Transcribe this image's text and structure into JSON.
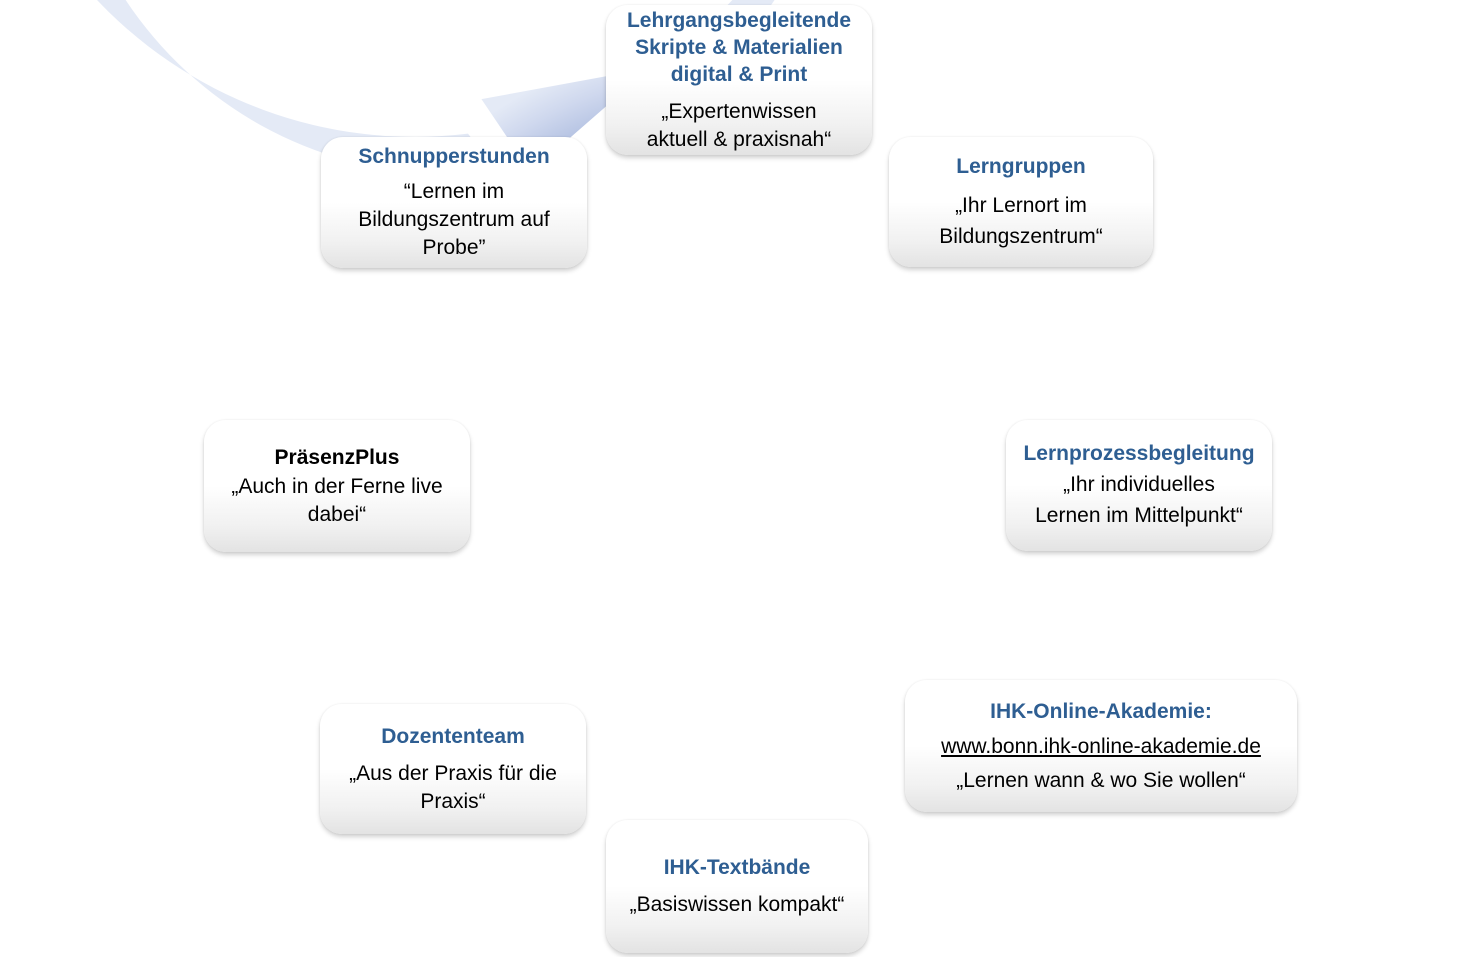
{
  "colors": {
    "title_blue": "#2E5E92",
    "arrow_fill": "#C9D3EA",
    "box_bg": "#FFFFFF",
    "text": "#000000"
  },
  "nodes": {
    "materialien": {
      "title": "Lehrgangsbegleitende\nSkripte & Materialien\ndigital & Print",
      "quote": "„Expertenwissen\naktuell & praxisnah“"
    },
    "lerngruppen": {
      "title": "Lerngruppen",
      "quote": "„Ihr Lernort im\nBildungszentrum“"
    },
    "lernprozess": {
      "title": "Lernprozessbegleitung",
      "quote": "„Ihr individuelles\nLernen im Mittelpunkt“"
    },
    "online": {
      "title": "IHK-Online-Akademie:",
      "link": "www.bonn.ihk-online-akademie.de",
      "quote": "„Lernen wann & wo Sie wollen“"
    },
    "textbaende": {
      "title": "IHK-Textbände",
      "quote": "„Basiswissen kompakt“"
    },
    "dozenten": {
      "title": "Dozententeam",
      "quote": "„Aus der Praxis für die\nPraxis“"
    },
    "praesenz": {
      "title": "PräsenzPlus",
      "quote": "„Auch in der Ferne live\ndabei“"
    },
    "schnupper": {
      "title": "Schnupperstunden",
      "quote": "“Lernen im\nBildungszentrum auf\nProbe”"
    }
  }
}
